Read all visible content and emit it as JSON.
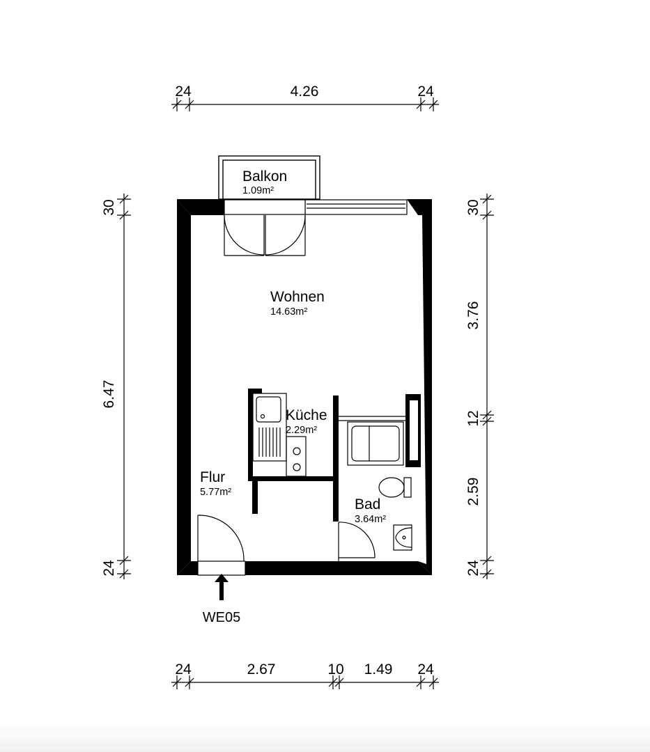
{
  "unit_label": "WE05",
  "rooms": {
    "balkon": {
      "name": "Balkon",
      "area": "1.09m²"
    },
    "wohnen": {
      "name": "Wohnen",
      "area": "14.63m²"
    },
    "kueche": {
      "name": "Küche",
      "area": "2.29m²"
    },
    "flur": {
      "name": "Flur",
      "area": "5.77m²"
    },
    "bad": {
      "name": "Bad",
      "area": "3.64m²"
    }
  },
  "dimensions": {
    "top": [
      "24",
      "4.26",
      "24"
    ],
    "bottom": [
      "24",
      "2.67",
      "10",
      "1.49",
      "24"
    ],
    "left": [
      "30",
      "6.47",
      "24"
    ],
    "right": [
      "30",
      "3.76",
      "12",
      "2.59",
      "24"
    ]
  },
  "colors": {
    "wall": "#000000",
    "background": "#ffffff"
  }
}
